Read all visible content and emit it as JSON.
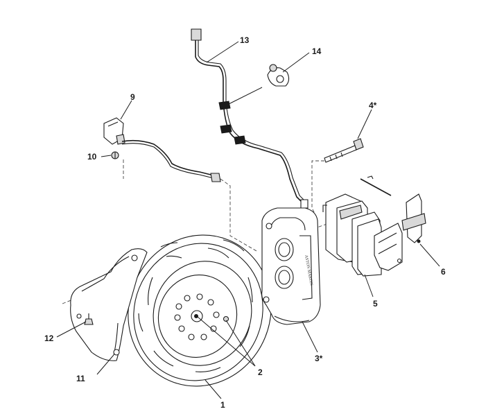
{
  "diagram": {
    "callouts": {
      "c1": "1",
      "c2": "2",
      "c3": "3*",
      "c4": "4*",
      "c5": "5",
      "c6": "6",
      "c9": "9",
      "c10": "10",
      "c11": "11",
      "c12": "12",
      "c13": "13",
      "c14": "14"
    },
    "caliper_engraving": "ASTON MARTIN"
  }
}
